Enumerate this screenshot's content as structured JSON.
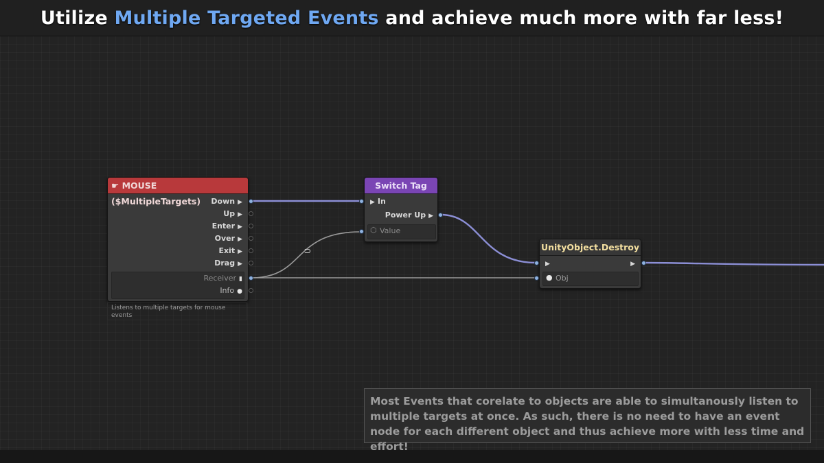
{
  "header": {
    "title_prefix": "Utilize ",
    "title_highlight": "Multiple Targeted Events",
    "title_suffix": " and achieve much more with far less!",
    "highlight_color": "#6fa8f2"
  },
  "colors": {
    "canvas": "#232323",
    "wire_flow": "#8c8fd6",
    "wire_value": "#9a9a9a",
    "mouse_header": "#b8393b",
    "switch_header": "#7a45b4",
    "destroy_title": "#f3dfa0"
  },
  "mouse_node": {
    "icon": "hand-pointer-icon",
    "icon_glyph": "☛",
    "title": "MOUSE ($MultipleTargets)",
    "outputs": [
      "Down",
      "Up",
      "Enter",
      "Over",
      "Exit",
      "Drag"
    ],
    "receiver_label": "Receiver",
    "info_label": "Info",
    "description": "Listens to multiple targets for mouse events"
  },
  "switch_node": {
    "title": "Switch Tag",
    "in_label": "In",
    "out_label": "Power Up",
    "value_label": "Value",
    "value_icon": "cube-icon"
  },
  "destroy_node": {
    "title": "UnityObject.Destroy",
    "obj_label": "Obj"
  },
  "relay_icon": "relay-loop-icon",
  "info_box": {
    "text": "Most Events that corelate to objects are able to simultanously listen to multiple targets at once. As such, there is no need to have an event node for each different object and thus achieve more with less time and effort!"
  }
}
